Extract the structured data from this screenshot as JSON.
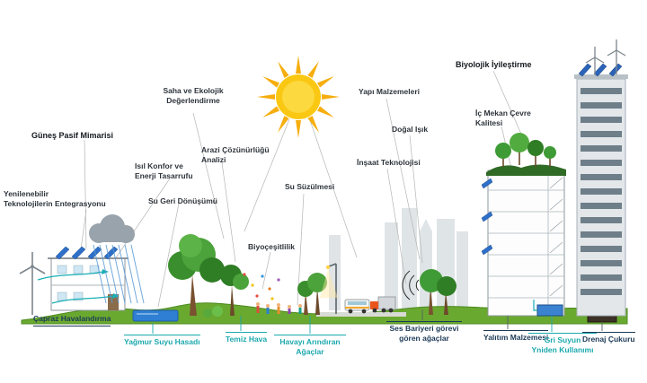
{
  "meta": {
    "type": "sustainable-architecture-ecology-diagram",
    "language": "tr"
  },
  "colors": {
    "teal_accent": "#1ba8ad",
    "dark_text": "#2e343b",
    "navy_text": "#1c3a57",
    "sun_disc": "#FAC812",
    "sun_ray": "#F6AE0F",
    "grass_green": "#69a92f",
    "foliage_green": "#3f9b35",
    "water_blue": "#2f7fd4",
    "panel_blue": "#2e6fc9"
  },
  "labels": {
    "gunes_pasif_mimarisi": "Güneş Pasif Mimarisi",
    "yenilenebilir": "Yenilenebilir\nTeknolojilerin Entegrasyonu",
    "isil_konfor": "Isıl Konfor ve\nEnerji Tasarrufu",
    "su_geri_donusumu": "Su Geri Dönüşümü",
    "saha_ekolojik": "Saha ve Ekolojik\nDeğerlendirme",
    "arazi_cozunurlugu": "Arazi Çözünürlüğü\nAnalizi",
    "su_suzulmesi": "Su Süzülmesi",
    "biyocesitlilik": "Biyoçeşitlilik",
    "yapi_malzemeleri": "Yapı Malzemeleri",
    "dogal_isik": "Doğal Işık",
    "insaat_teknolojisi": "İnşaat Teknolojisi",
    "biyolojik_iyilestirme": "Biyolojik İyileştirme",
    "ic_mekan": "İç Mekan Çevre\nKalitesi",
    "capraz_havalandirma": "Çapraz Havalandırma",
    "yagmur_suyu": "Yağmur Suyu Hasadı",
    "temiz_hava": "Temiz Hava",
    "havayi_arindiran": "Havayı Arındıran\nAğaçlar",
    "ses_bariyeri": "Ses Bariyeri görevi\ngören ağaçlar",
    "yalitim_malzemesi": "Yalıtım Malzemesi",
    "gri_suyun": "Gri Suyun\nYniden Kullanımı",
    "drenaj_cukuru": "Drenaj Çukuru"
  },
  "icons": [
    "sun-icon",
    "rain-cloud-icon",
    "wind-turbine-icon",
    "passive-solar-house-icon",
    "rooftop-solar-panels-icon",
    "cross-ventilation-arrows-icon",
    "rainwater-pond-icon",
    "large-trees-icon",
    "biodiversity-dots-icon",
    "people-icons",
    "air-purifying-trees-icon",
    "street-lamp-icon",
    "bus-icon",
    "truck-icon",
    "sound-barrier-arcs-icon",
    "sound-barrier-trees-icon",
    "green-roof-building-icon",
    "green-roof-icon",
    "rooftop-trees-icon",
    "facade-solar-louvers-icon",
    "greywater-tank-icon",
    "skyscraper-icon",
    "rooftop-solar-array-icon",
    "rooftop-wind-turbines-icon",
    "drainage-pit-icon",
    "ground"
  ]
}
